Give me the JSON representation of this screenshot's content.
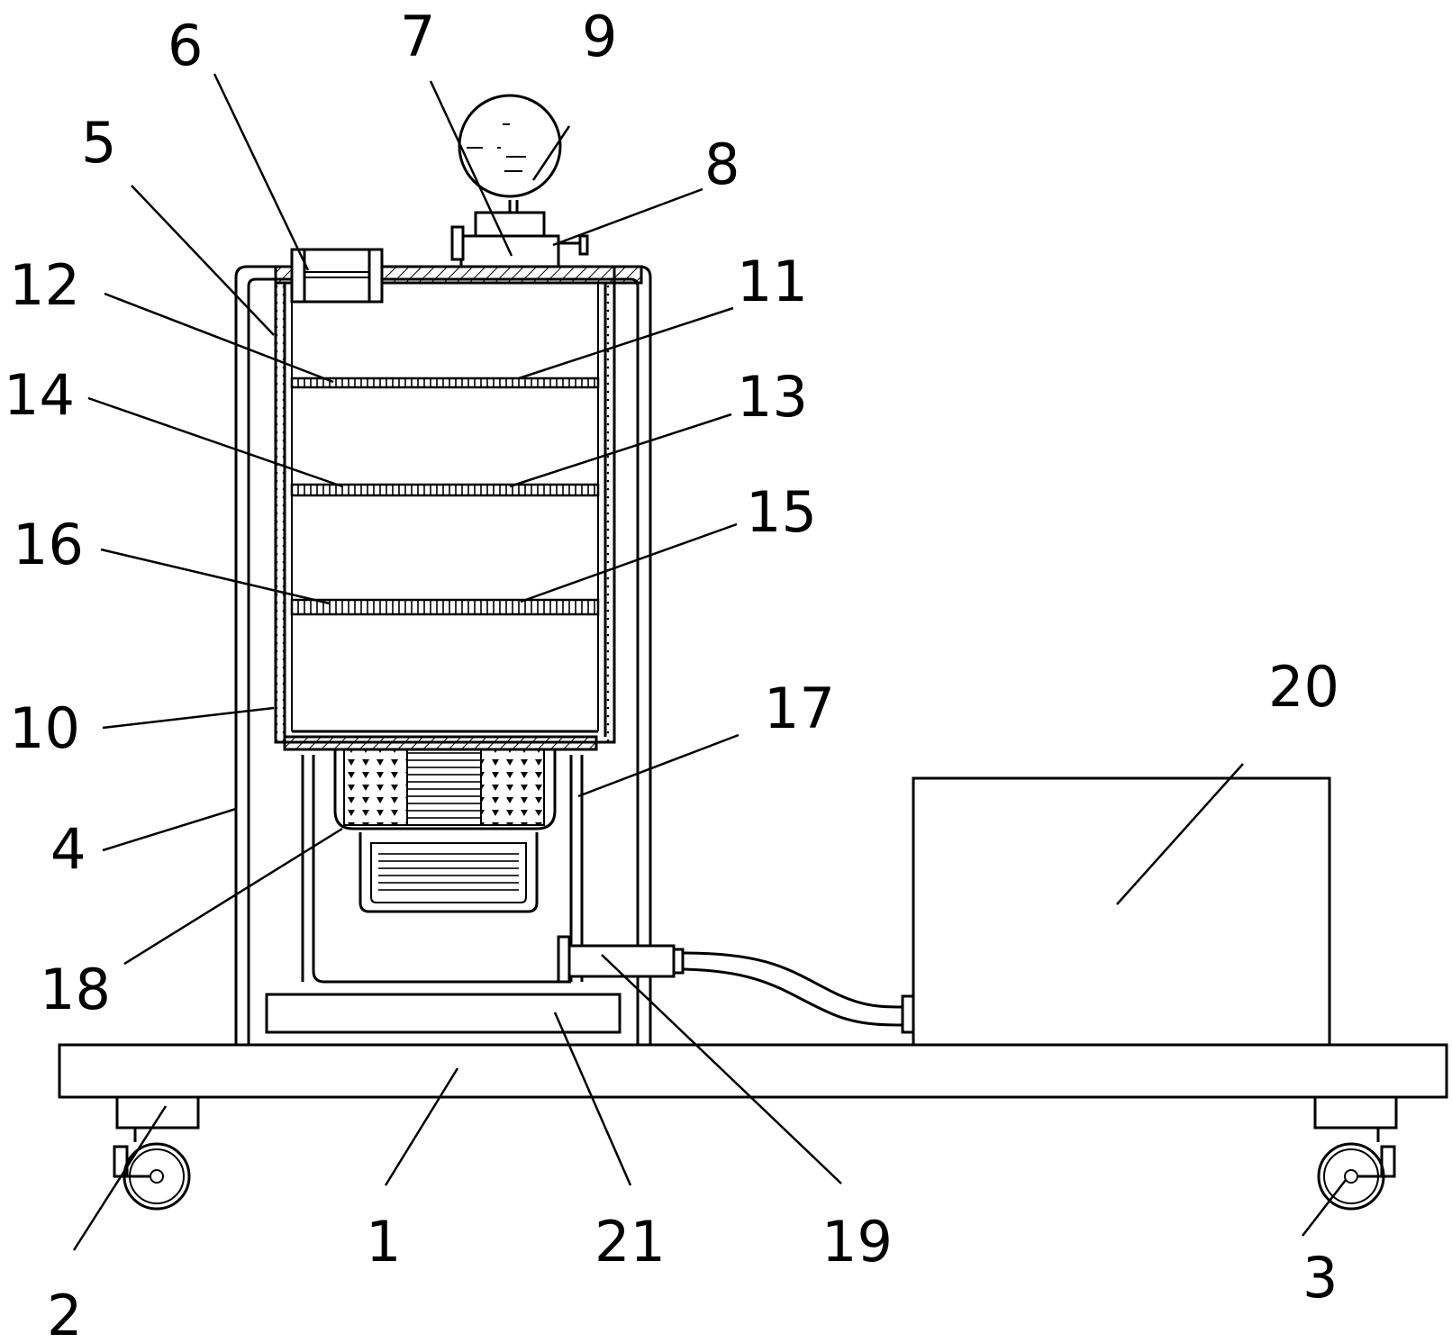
{
  "figure": {
    "ink_color": "#000000",
    "background_color": "#ffffff"
  },
  "labels": {
    "l1": "1",
    "l2": "2",
    "l3": "3",
    "l4": "4",
    "l5": "5",
    "l6": "6",
    "l7": "7",
    "l8": "8",
    "l9": "9",
    "l10": "10",
    "l11": "11",
    "l12": "12",
    "l13": "13",
    "l14": "14",
    "l15": "15",
    "l16": "16",
    "l17": "17",
    "l18": "18",
    "l19": "19",
    "l20": "20",
    "l21": "21"
  }
}
